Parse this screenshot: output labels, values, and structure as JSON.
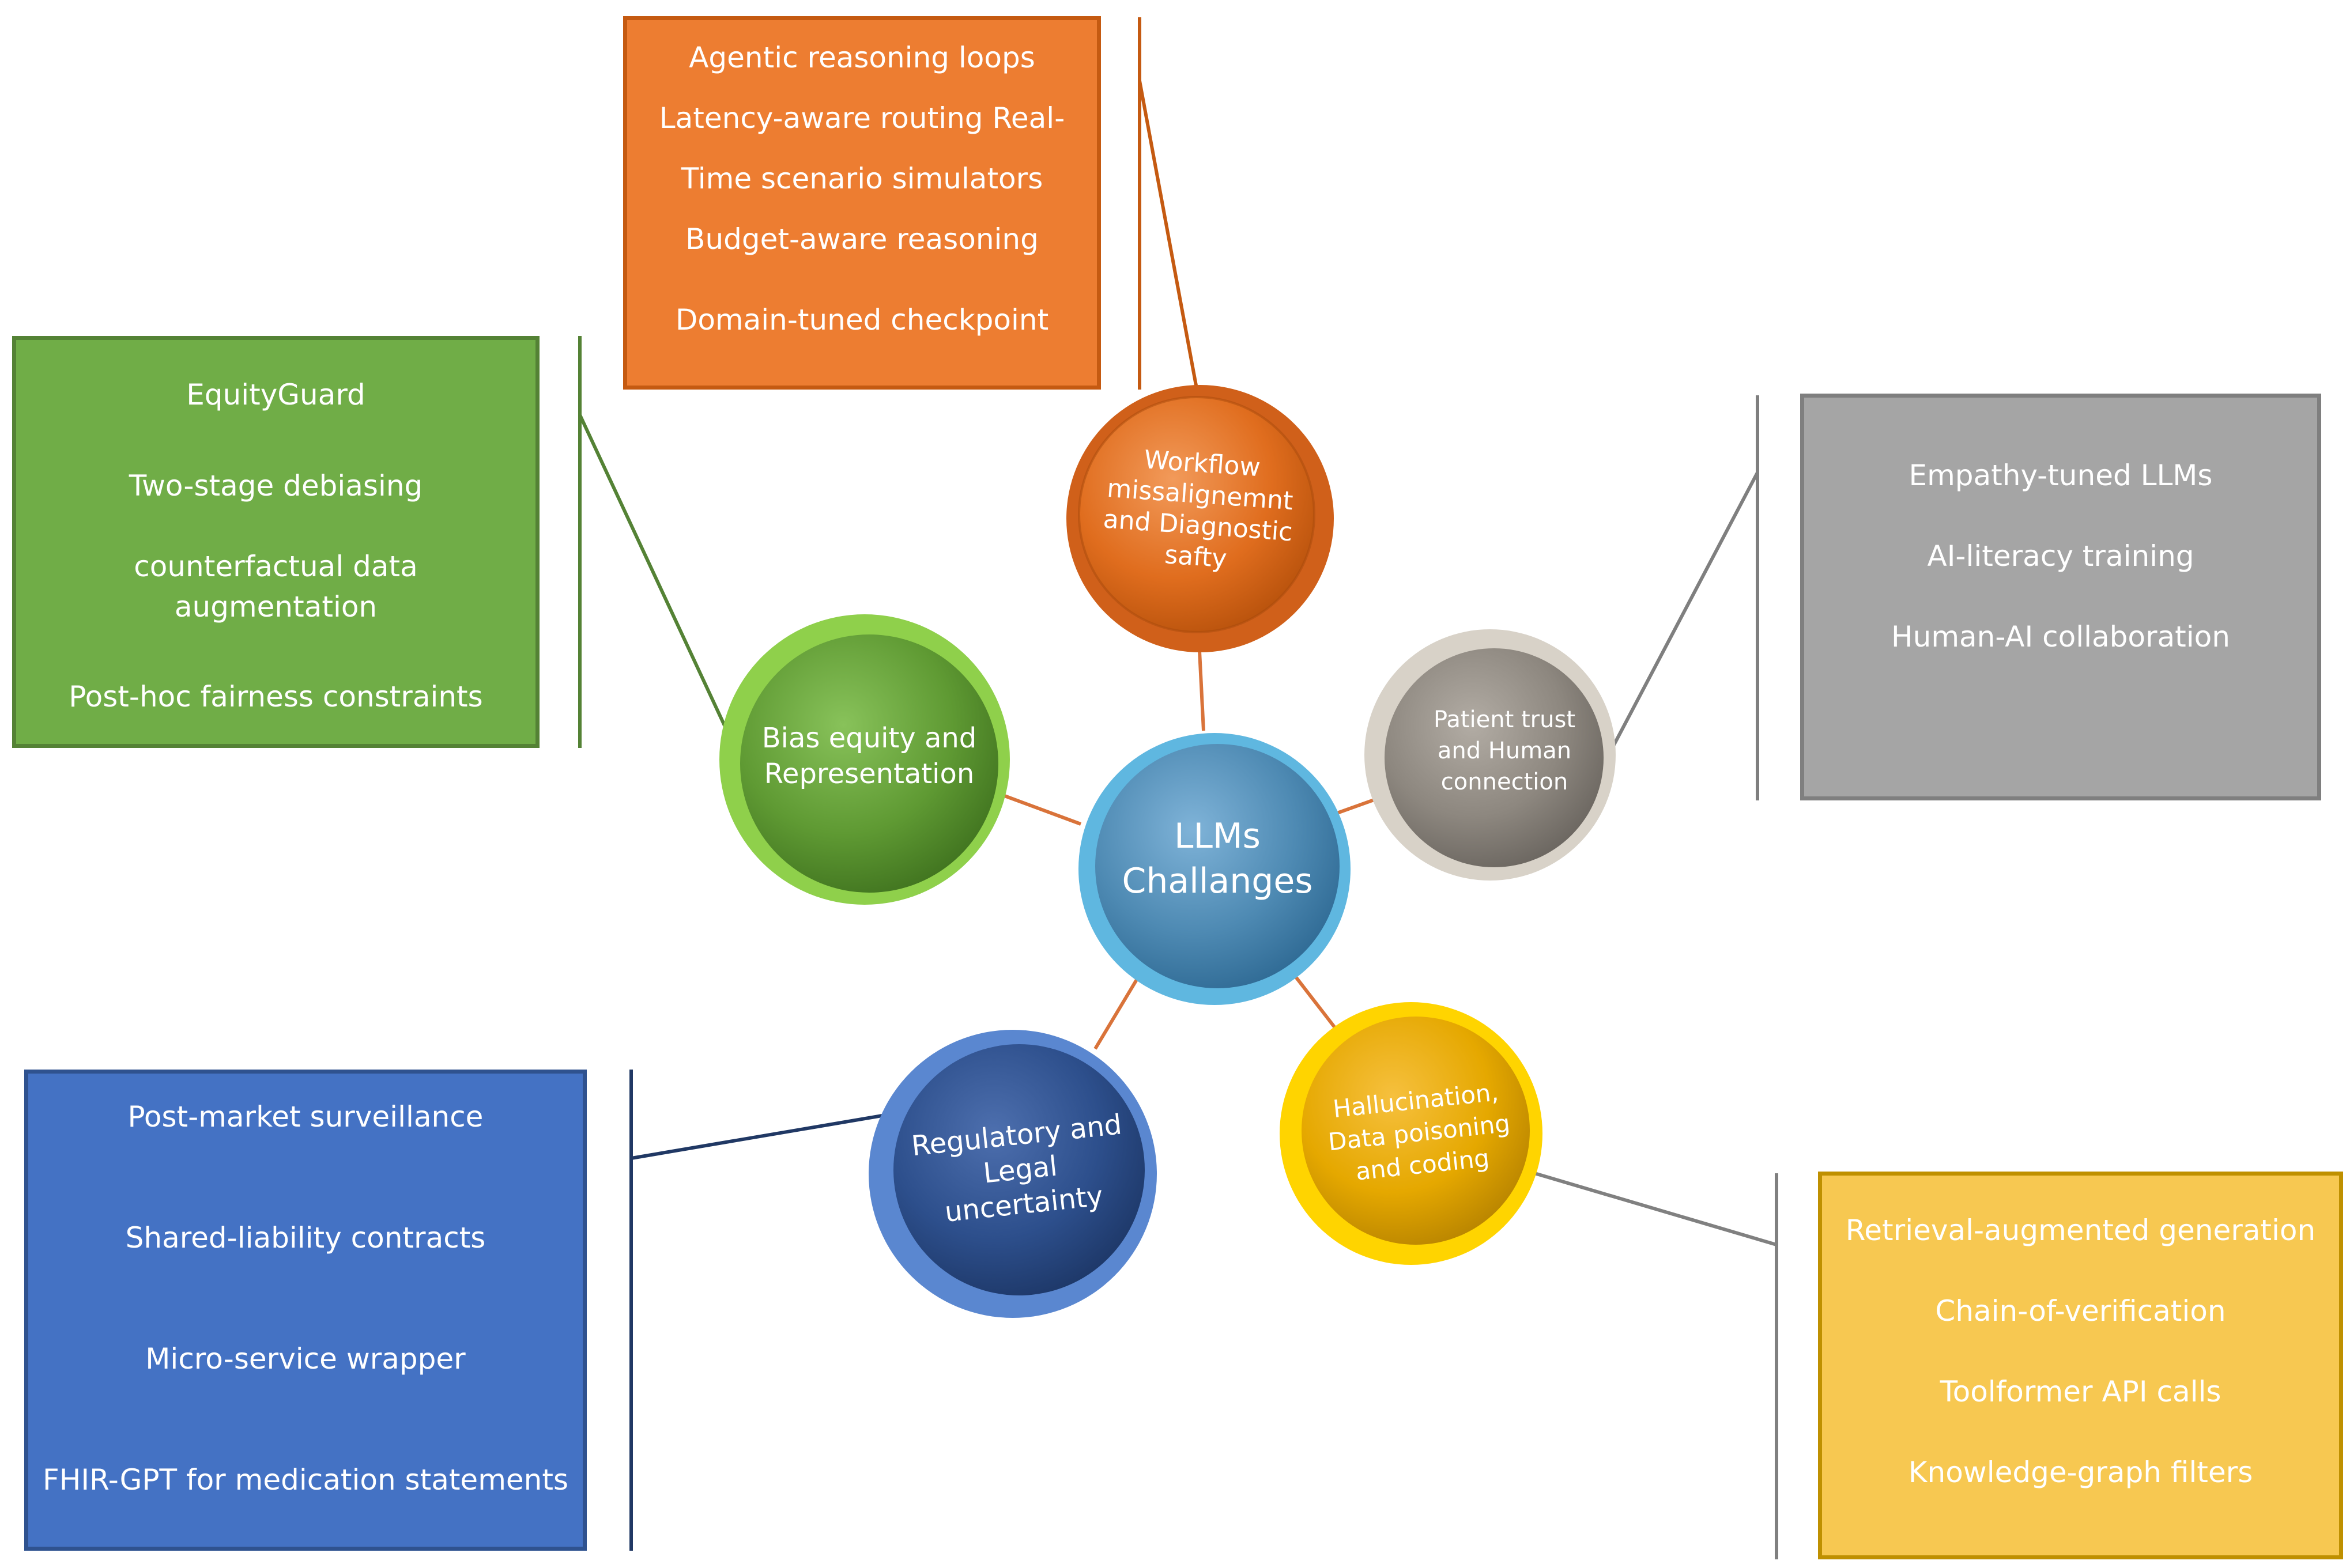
{
  "center": {
    "lines": [
      "LLMs",
      "Challanges"
    ]
  },
  "nodes": {
    "workflow": {
      "lines": [
        "Workflow",
        "missalignemnt",
        "and Diagnostic",
        "safty"
      ]
    },
    "bias": {
      "lines": [
        "Bias equity and",
        "Representation"
      ]
    },
    "trust": {
      "lines": [
        "Patient trust",
        "and Human",
        "connection"
      ]
    },
    "regulatory": {
      "lines": [
        "Regulatory and",
        "Legal",
        "uncertainty"
      ]
    },
    "hallucination": {
      "lines": [
        "Hallucination,",
        "Data poisoning",
        "and coding"
      ]
    }
  },
  "boxes": {
    "orange": {
      "items": [
        "Agentic reasoning loops",
        "Latency-aware routing Real-",
        "Time scenario simulators",
        "Budget-aware reasoning",
        "Domain-tuned checkpoint"
      ]
    },
    "green": {
      "items": [
        "EquityGuard",
        "Two-stage debiasing",
        "counterfactual data",
        "augmentation",
        "Post-hoc fairness constraints"
      ]
    },
    "gray": {
      "items": [
        "Empathy-tuned LLMs",
        "AI-literacy training",
        "Human-AI collaboration"
      ]
    },
    "blue": {
      "items": [
        "Post-market surveillance",
        "Shared-liability contracts",
        "Micro-service wrapper",
        "FHIR-GPT for medication statements"
      ]
    },
    "yellow": {
      "items": [
        "Retrieval-augmented generation",
        "Chain-of-verification",
        "Toolformer API calls",
        "Knowledge-graph filters"
      ]
    }
  },
  "colors": {
    "orange": "#ed7d31",
    "green": "#70ad47",
    "gray": "#a5a5a5",
    "blue": "#4472c4",
    "yellow": "#f7c851",
    "center": "#4e8ab3"
  }
}
